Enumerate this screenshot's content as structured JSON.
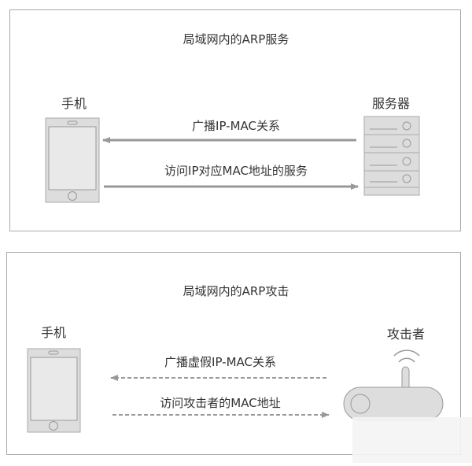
{
  "panel1": {
    "title": "局域网内的ARP服务",
    "left_label": "手机",
    "right_label": "服务器",
    "arrow_left_text": "广播IP-MAC关系",
    "arrow_right_text": "访问IP对应MAC地址的服务"
  },
  "panel2": {
    "title": "局域网内的ARP攻击",
    "left_label": "手机",
    "right_label": "攻击者",
    "arrow_left_text": "广播虚假IP-MAC关系",
    "arrow_right_text": "访问攻击者的MAC地址"
  },
  "colors": {
    "border": "#aaaaaa",
    "shape_fill": "#d9d9d9",
    "shape_stroke": "#a8a8a8",
    "arrow": "#999999",
    "text": "#333333"
  }
}
